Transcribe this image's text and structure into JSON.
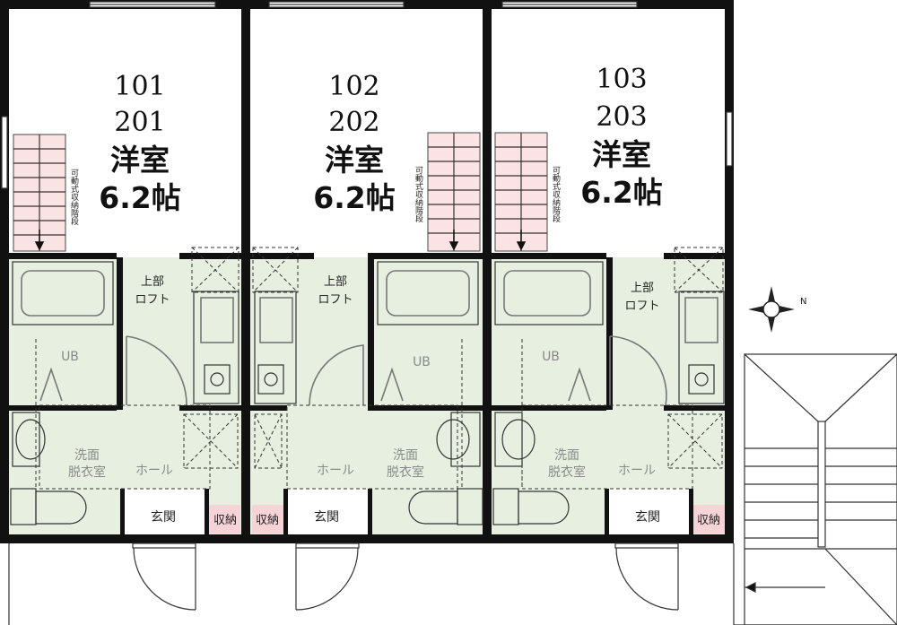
{
  "units": [
    {
      "no1": "101",
      "no2": "201",
      "room": "洋室",
      "size": "6.2帖",
      "loft": [
        "上部",
        "ロフト"
      ],
      "stair_note": "可動式収納階段",
      "bath": "UB",
      "wash": [
        "洗面",
        "脱衣室"
      ],
      "hall": "ホール",
      "entry": "玄関",
      "storage": "収納"
    },
    {
      "no1": "102",
      "no2": "202",
      "room": "洋室",
      "size": "6.2帖",
      "loft": [
        "上部",
        "ロフト"
      ],
      "stair_note": "可動式収納階段",
      "bath": "UB",
      "wash": [
        "洗面",
        "脱衣室"
      ],
      "hall": "ホール",
      "entry": "玄関",
      "storage": "収納"
    },
    {
      "no1": "103",
      "no2": "203",
      "room": "洋室",
      "size": "6.2帖",
      "loft": [
        "上部",
        "ロフト"
      ],
      "stair_note": "可動式収納階段",
      "bath": "UB",
      "wash": [
        "洗面",
        "脱衣室"
      ],
      "hall": "ホール",
      "entry": "玄関",
      "storage": "収納"
    }
  ],
  "compass_label": "N",
  "colors": {
    "wall": "#111111",
    "wet_area": "#e7f0e0",
    "stair": "#fbe3e3",
    "storage": "#f6d3d7"
  }
}
